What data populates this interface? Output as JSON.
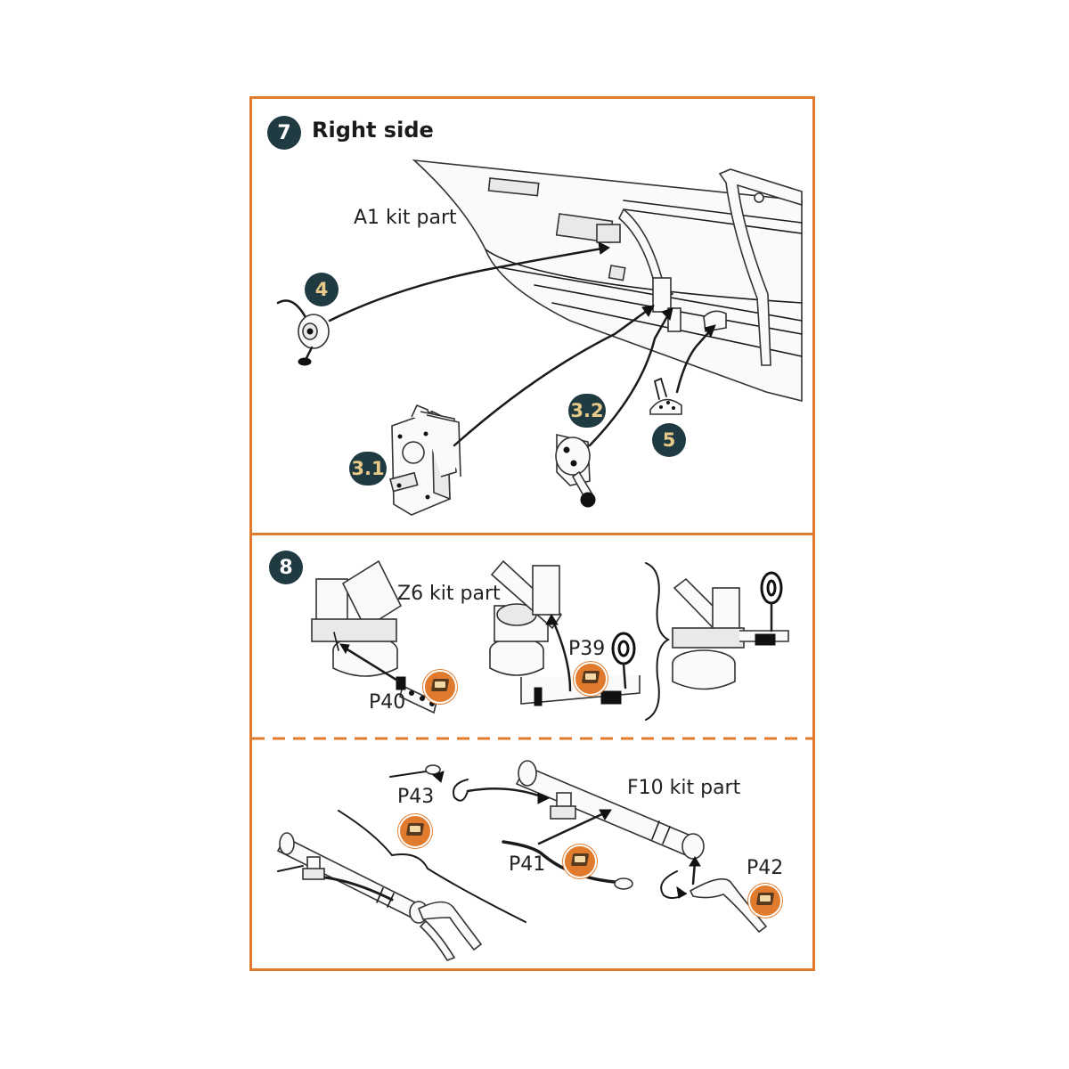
{
  "step7": {
    "number": "7",
    "title": "Right side",
    "kit_label": "A1 kit part",
    "callouts": [
      "4",
      "3.1",
      "3.2",
      "5"
    ]
  },
  "step8": {
    "number": "8",
    "kit_label_upper": "Z6 kit part",
    "kit_label_lower": "F10 kit part",
    "parts": [
      "P40",
      "P39",
      "P43",
      "P41",
      "P42"
    ]
  },
  "colors": {
    "frame": "#E07B2E",
    "badge": "#1F3A40",
    "callout_text": "#E8C98A",
    "photo_etch_icon": "#E07B2E"
  },
  "icons": {
    "photo_etch": "photo-etch-part-icon"
  }
}
